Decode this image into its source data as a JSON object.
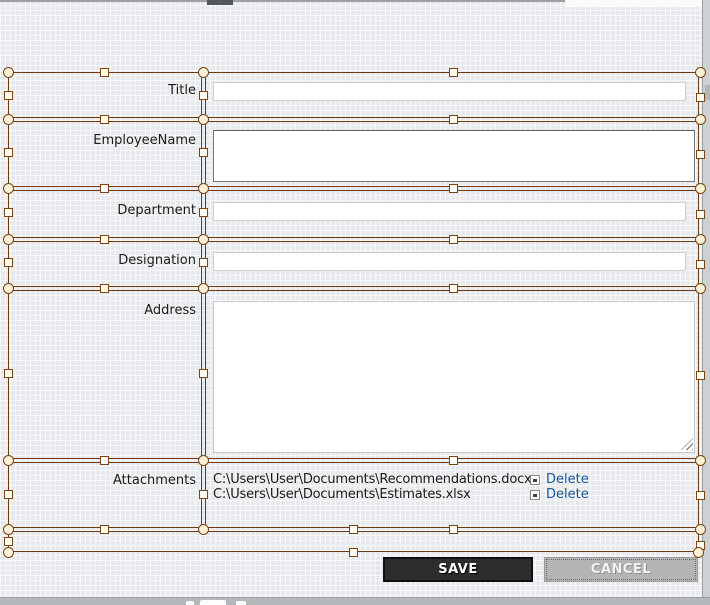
{
  "form": {
    "fields": [
      {
        "label": "Title",
        "type": "text",
        "value": ""
      },
      {
        "label": "EmployeeName",
        "type": "textarea",
        "value": ""
      },
      {
        "label": "Department",
        "type": "text",
        "value": ""
      },
      {
        "label": "Designation",
        "type": "text",
        "value": ""
      },
      {
        "label": "Address",
        "type": "textarea",
        "value": ""
      },
      {
        "label": "Attachments",
        "type": "attachment-list"
      }
    ],
    "values": {
      "title": "",
      "employee_name": "",
      "department": "",
      "designation": "",
      "address": ""
    },
    "attachments": [
      {
        "path": "C:\\Users\\User\\Documents\\Recommendations.docx",
        "action_label": "Delete",
        "icon": "remove-attachment-icon"
      },
      {
        "path": "C:\\Users\\User\\Documents\\Estimates.xlsx",
        "action_label": "Delete",
        "icon": "remove-attachment-icon"
      }
    ],
    "buttons": {
      "save_label": "SAVE",
      "cancel_label": "CANCEL"
    }
  },
  "colors": {
    "selection_line": "#6d3910",
    "handle_border": "#7a4513",
    "handle_fill": "#fffdf2",
    "link_blue": "#1d5796",
    "save_button_bg": "#2d2d2d",
    "save_button_text": "#ffffff",
    "cancel_button_bg": "#b4b4b4",
    "cancel_button_text": "#f2f2f2",
    "grid_cell": "#e7e9ec",
    "grid_line": "#f5f7f8"
  }
}
